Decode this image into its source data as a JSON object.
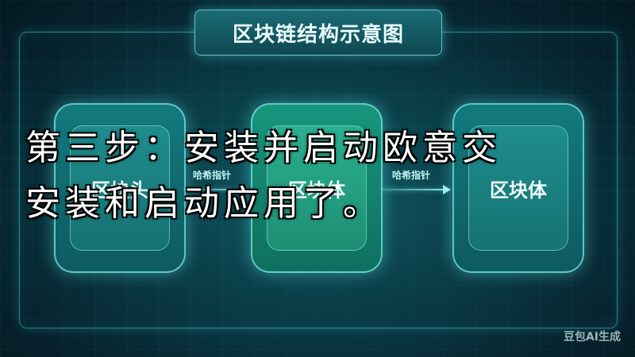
{
  "title": "区块链结构示意图",
  "blocks": [
    {
      "label": "区块头"
    },
    {
      "label": "区块体"
    },
    {
      "label": "区块体"
    }
  ],
  "arrows": [
    {
      "label": "哈希指针"
    },
    {
      "label": "哈希指针"
    }
  ],
  "overlay_text": {
    "line1": "第三步：安装并启动欧意交",
    "line2": "安装和启动应用了。"
  },
  "watermark": "豆包AI生成",
  "colors": {
    "background": "#0a3a45",
    "accent": "#46d2d7",
    "block_fill": "#127a7e",
    "block_mid_fill": "#17967d"
  }
}
